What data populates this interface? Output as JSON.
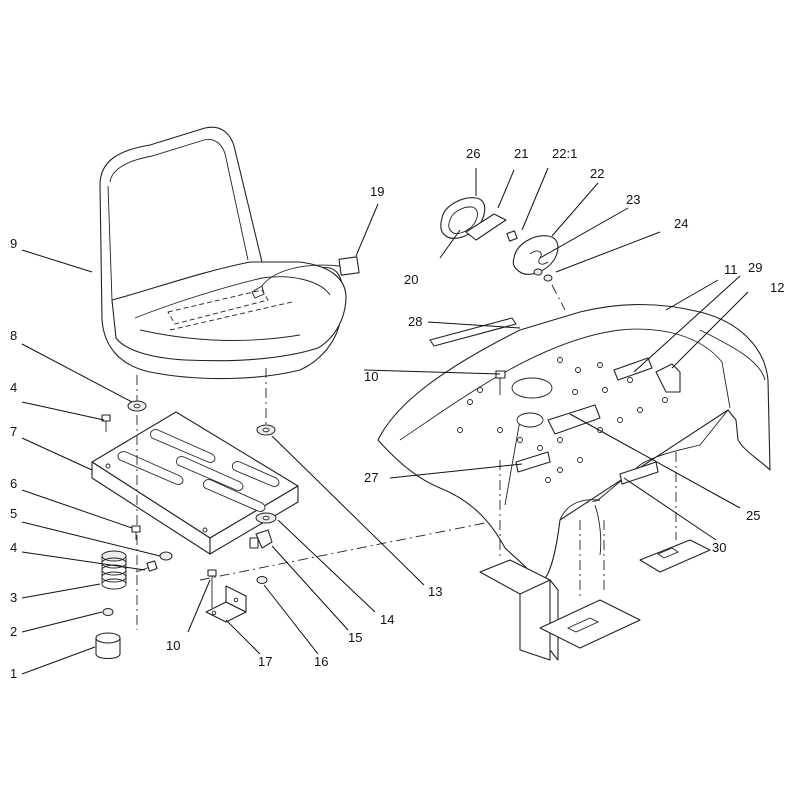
{
  "callouts": [
    {
      "id": "c1",
      "label": "1"
    },
    {
      "id": "c2",
      "label": "2"
    },
    {
      "id": "c3",
      "label": "3"
    },
    {
      "id": "c4a",
      "label": "4"
    },
    {
      "id": "c4b",
      "label": "4"
    },
    {
      "id": "c5",
      "label": "5"
    },
    {
      "id": "c6",
      "label": "6"
    },
    {
      "id": "c7",
      "label": "7"
    },
    {
      "id": "c8",
      "label": "8"
    },
    {
      "id": "c9",
      "label": "9"
    },
    {
      "id": "c10a",
      "label": "10"
    },
    {
      "id": "c10b",
      "label": "10"
    },
    {
      "id": "c11",
      "label": "11"
    },
    {
      "id": "c12",
      "label": "12"
    },
    {
      "id": "c13",
      "label": "13"
    },
    {
      "id": "c14",
      "label": "14"
    },
    {
      "id": "c15",
      "label": "15"
    },
    {
      "id": "c16",
      "label": "16"
    },
    {
      "id": "c17",
      "label": "17"
    },
    {
      "id": "c19",
      "label": "19"
    },
    {
      "id": "c20",
      "label": "20"
    },
    {
      "id": "c21",
      "label": "21"
    },
    {
      "id": "c221",
      "label": "22:1"
    },
    {
      "id": "c22",
      "label": "22"
    },
    {
      "id": "c23",
      "label": "23"
    },
    {
      "id": "c24",
      "label": "24"
    },
    {
      "id": "c25",
      "label": "25"
    },
    {
      "id": "c26",
      "label": "26"
    },
    {
      "id": "c27",
      "label": "27"
    },
    {
      "id": "c28",
      "label": "28"
    },
    {
      "id": "c29",
      "label": "29"
    },
    {
      "id": "c30",
      "label": "30"
    }
  ]
}
